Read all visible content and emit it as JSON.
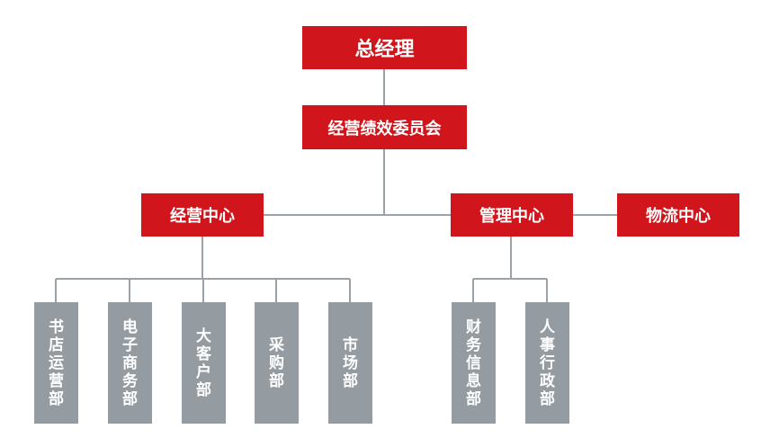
{
  "colors": {
    "accent_red": "#d0161c",
    "dept_grey": "#949ca1",
    "connector": "#9aa2a7"
  },
  "org": {
    "ceo": "总经理",
    "committee": "经营绩效委员会",
    "operations_center": "经营中心",
    "management_center": "管理中心",
    "logistics_center": "物流中心",
    "departments": {
      "bookstore_ops": "书店运营部",
      "ecommerce": "电子商务部",
      "key_accounts": "大客户部",
      "purchasing": "采购部",
      "marketing": "市场部",
      "finance_info": "财务信息部",
      "hr_admin": "人事行政部"
    }
  }
}
